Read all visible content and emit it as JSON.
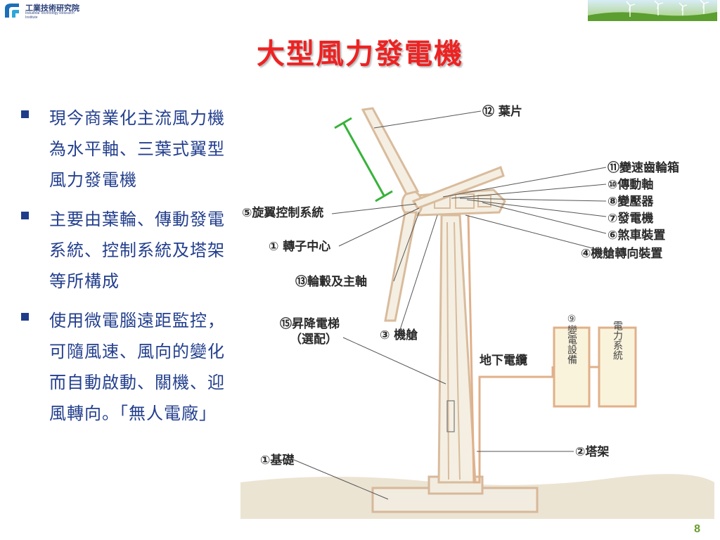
{
  "header": {
    "org_cn": "工業技術研究院",
    "org_en": "Industrial Technology Research Institute"
  },
  "title": "大型風力發電機",
  "bullets": [
    "現今商業化主流風力機為水平軸、三葉式翼型風力發電機",
    "主要由葉輪、傳動發電系統、控制系統及塔架等所構成",
    "使用微電腦遠距監控，可隨風速、風向的變化而自動啟動、關機、迎風轉向。「無人電廠」"
  ],
  "diagram": {
    "labels": {
      "blade": "⑫ 葉片",
      "gearbox": "⑪變速齒輪箱",
      "shaft": "⑩傳動軸",
      "pressure": "⑧變壓器",
      "generator": "⑦發電機",
      "brake": "⑥煞車裝置",
      "yaw": "④機艙轉向裝置",
      "pitch": "⑤旋翼控制系統",
      "rotor": "① 轉子中心",
      "hub": "⑬輪轂及主軸",
      "elevator": "⑮昇降電梯",
      "elevator_note": "（選配）",
      "nacelle": "③ 機艙",
      "cable": "地下電纜",
      "transformer": "⑨變電設備",
      "grid": "電力系統",
      "tower": "②塔架",
      "foundation": "①基礎"
    }
  },
  "page_number": "8"
}
